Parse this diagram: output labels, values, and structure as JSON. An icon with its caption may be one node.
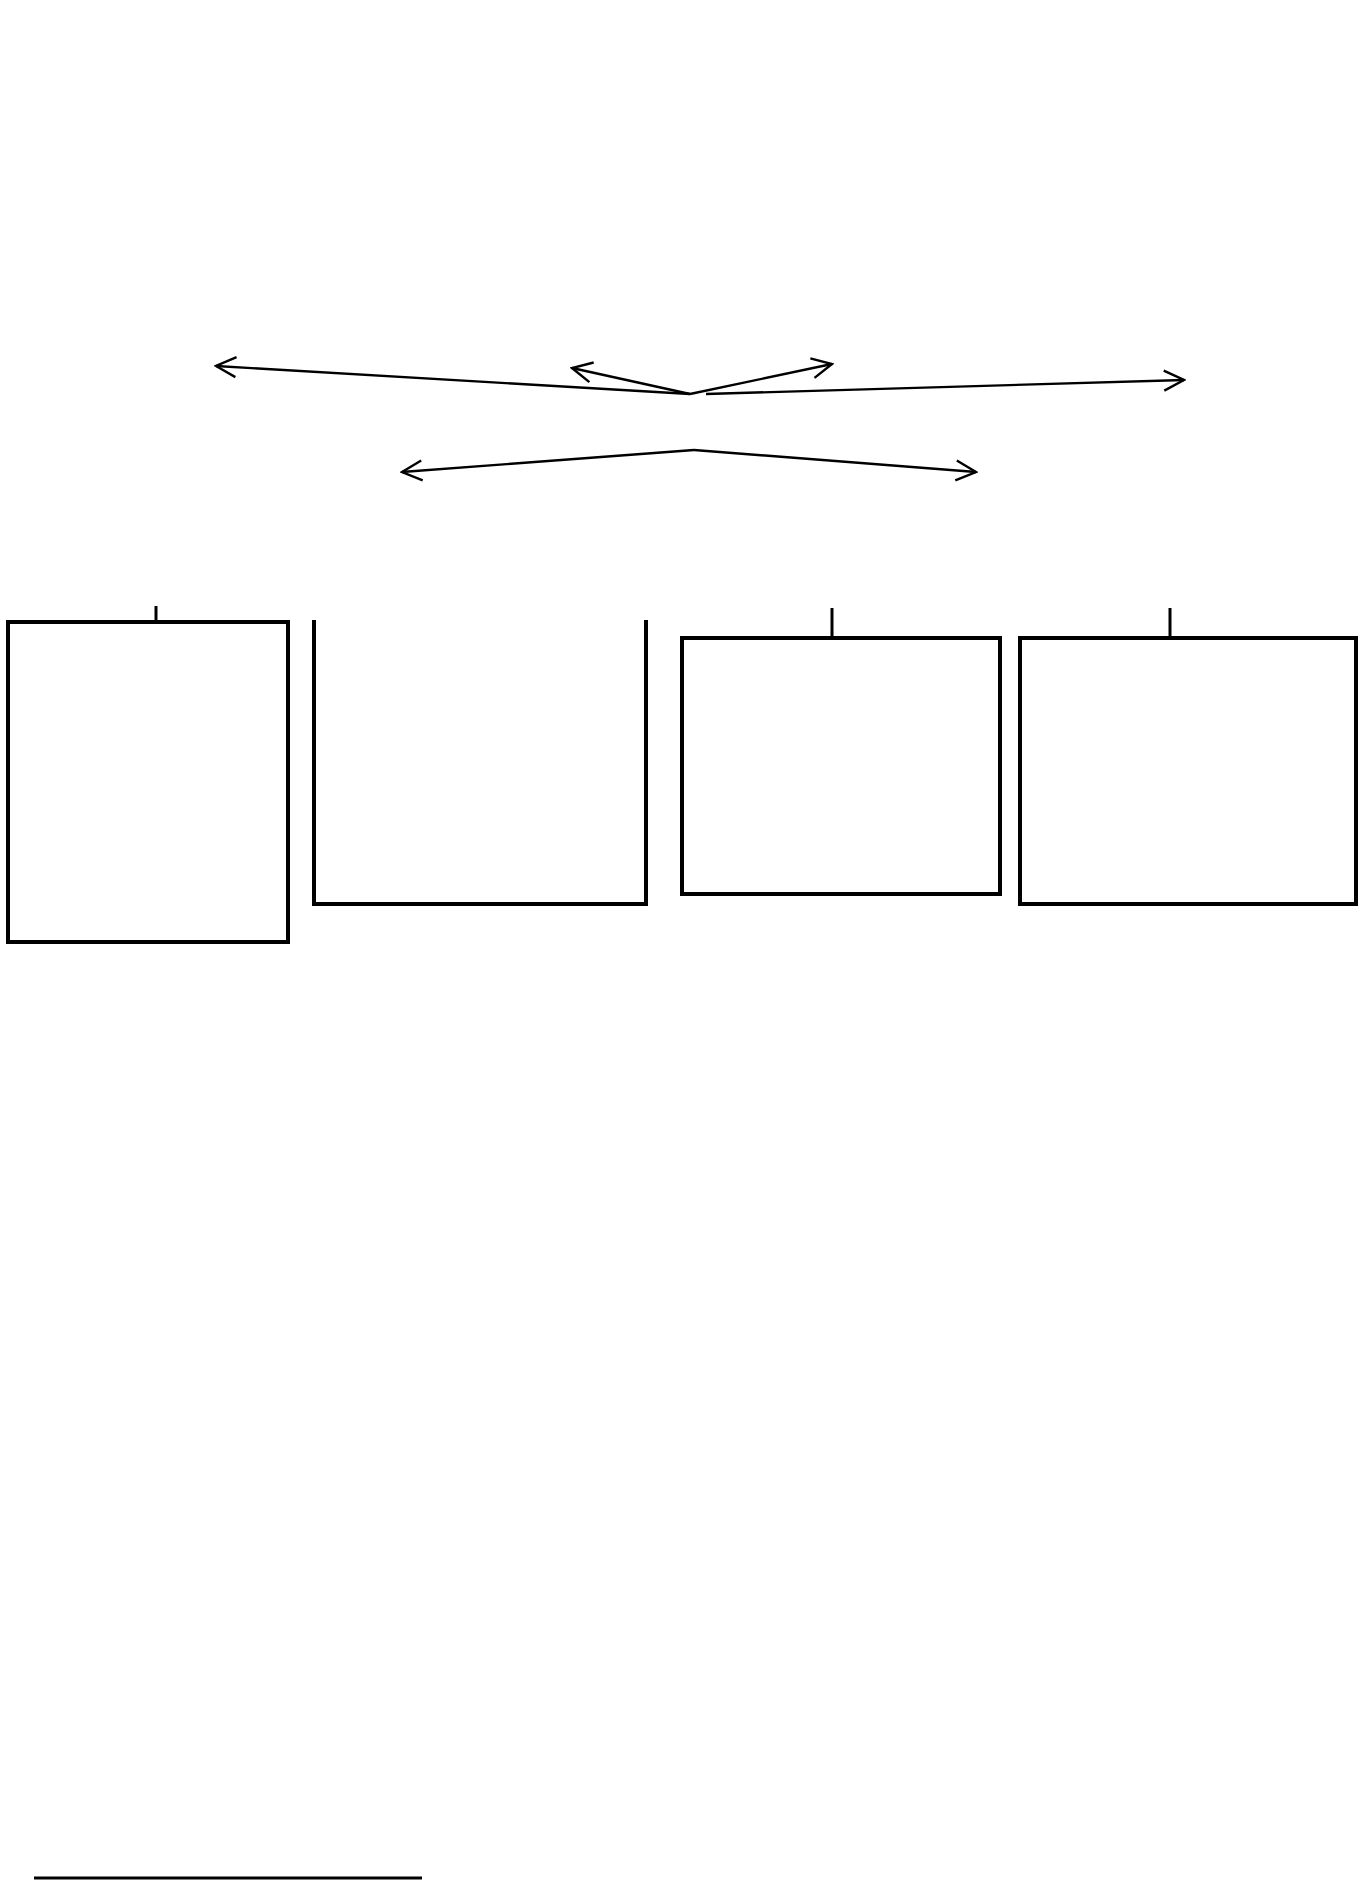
{
  "diagram": {
    "nodes": [
      {
        "text": [],
        "shape": "box"
      },
      {
        "text": [],
        "shape": "box"
      },
      {
        "text": [],
        "shape": "box"
      },
      {
        "text": [],
        "shape": "box"
      }
    ]
  }
}
